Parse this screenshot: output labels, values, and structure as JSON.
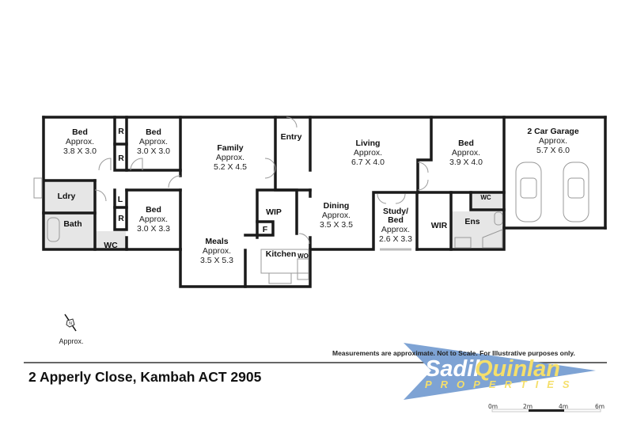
{
  "rooms": {
    "bed1": {
      "name": "Bed",
      "approx": "Approx.",
      "size": "3.8 X 3.0"
    },
    "bed2": {
      "name": "Bed",
      "approx": "Approx.",
      "size": "3.0 X 3.0"
    },
    "bed3": {
      "name": "Bed",
      "approx": "Approx.",
      "size": "3.0 X 3.3"
    },
    "bed4": {
      "name": "Bed",
      "approx": "Approx.",
      "size": "3.9 X 4.0"
    },
    "family": {
      "name": "Family",
      "approx": "Approx.",
      "size": "5.2 X 4.5"
    },
    "meals": {
      "name": "Meals",
      "approx": "Approx.",
      "size": "3.5 X 5.3"
    },
    "living": {
      "name": "Living",
      "approx": "Approx.",
      "size": "6.7 X 4.0"
    },
    "dining": {
      "name": "Dining",
      "approx": "Approx.",
      "size": "3.5 X 3.5"
    },
    "study": {
      "name1": "Study/",
      "name2": "Bed",
      "approx": "Approx.",
      "size": "2.6 X 3.3"
    },
    "garage": {
      "name": "2 Car Garage",
      "approx": "Approx.",
      "size": "5.7 X 6.0"
    },
    "entry": "Entry",
    "kitchen": "Kitchen",
    "wo": "WO",
    "wip": "WIP",
    "f": "F",
    "ldry": "Ldry",
    "bath": "Bath",
    "wc1": "WC",
    "wc2": "WC",
    "wir": "WIR",
    "ens": "Ens",
    "r1": "R",
    "r2": "R",
    "r3": "R",
    "l": "L"
  },
  "compass": {
    "label": "Approx.",
    "letter": "N"
  },
  "disclaimer": "Measurements are approximate. Not to Scale. For Illustrative purposes only.",
  "address": "2 Apperly Close, Kambah ACT 2905",
  "logo": {
    "line1a": "Sadil",
    "line1b": "Quinlan",
    "line2": "PROPERTIES",
    "colors": {
      "pennant": "#7ea3d4",
      "white": "#ffffff",
      "yellow": "#f5df6b"
    }
  },
  "scale": {
    "ticks": [
      "0m",
      "2m",
      "4m",
      "6m"
    ]
  }
}
